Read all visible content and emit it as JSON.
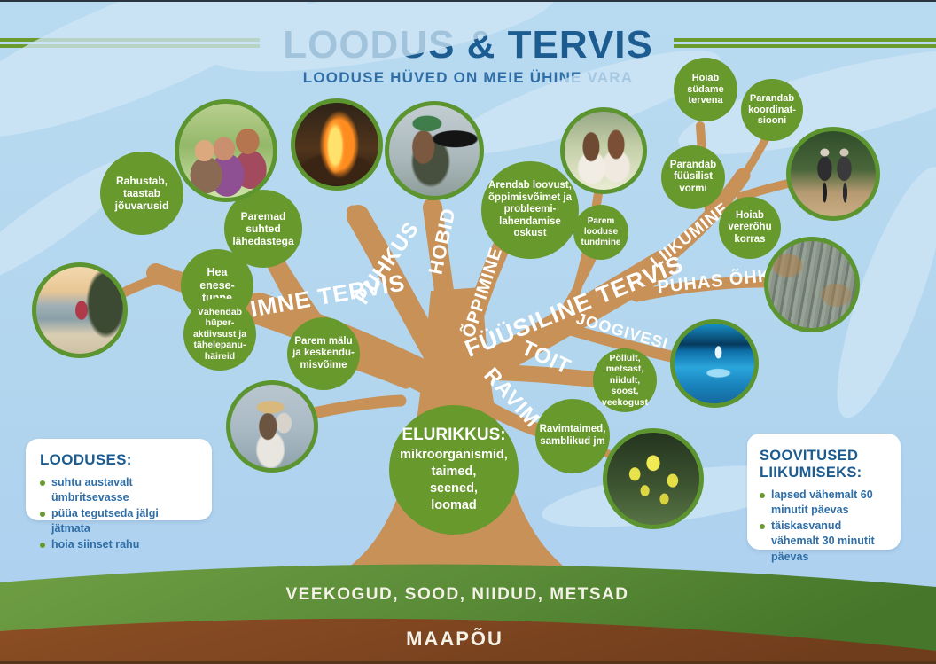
{
  "header": {
    "title": "LOODUS & TERVIS",
    "subtitle": "LOODUSE HÜVED ON MEIE ÜHINE VARA"
  },
  "branches": {
    "vaimne": "VAIMNE TERVIS",
    "puhkus": "PUHKUS",
    "hobid": "HOBID",
    "oppimine": "ÕPPIMINE",
    "fyysiline": "FÜÜSILINE TERVIS",
    "liikumine": "LIIKUMINE",
    "puhas_ohk": "PUHAS ÕHK",
    "joogivesi": "JOOGIVESI",
    "toit": "TOIT",
    "ravim": "RAVIM"
  },
  "benefits": {
    "rahustab": "Rahustab,\ntaastab\njõuvarusid",
    "suhted": "Paremad\nsuhted\nlähedastega",
    "enesetunne": "Hea\nenese-\ntunne",
    "hyperaktiivsus": "Vähendab\nhüper-\naktiivsust ja\ntähelepanu-\nhäireid",
    "malu": "Parem mälu\nja keskendu-\nmisvõime",
    "loovus": "Arendab loovust,\nõppimisvõimet ja\nprobleemi-\nlahendamise\noskust",
    "looduse_tundmine": "Parem\nlooduse\ntundmine",
    "syda": "Hoiab\nsüdame\ntervena",
    "koordinatsioon": "Parandab\nkoordinat-\nsiooni",
    "vorm": "Parandab\nfüüsilist\nvormi",
    "vererohk": "Hoiab\nvererõhu\nkorras",
    "toidu_allikad": "Põllult,\nmetsast,\nniidult,\nsoost,\nveekogust",
    "ravimtaimed": "Ravimtaimed,\nsamblikud jm"
  },
  "elurikkus": {
    "title": "ELURIKKUS:",
    "body": "mikroorganismid,\ntaimed,\nseened,\nloomad"
  },
  "boxes": {
    "looduses": {
      "title": "LOODUSES:",
      "items": [
        "suhtu austavalt ümbritsevasse",
        "püüa tegutseda jälgi jätmata",
        "hoia siinset rahu"
      ]
    },
    "soovitused": {
      "title": "SOOVITUSED LIIKUMISEKS:",
      "items": [
        "lapsed vähemalt 60 minutit päevas",
        "täiskasvanud vähemalt 30 minutit päevas"
      ]
    }
  },
  "bands": {
    "ground": "VEEKOGUD, SOOD, NIIDUD, METSAD",
    "underground": "MAAPÕU"
  },
  "photos": {
    "family": "family outdoors",
    "campfire": "campfire",
    "photographer": "nature photographer",
    "meadow": "girls in meadow",
    "hikers": "nordic walkers",
    "lichen": "lichen on branch",
    "waterdrop": "water drop",
    "swing": "seaside swing at sunset",
    "reading": "woman reading by water",
    "cowslips": "cowslip flowers"
  },
  "colors": {
    "title_blue": "#1d5c90",
    "accent_green": "#68992c",
    "tree_brown": "#c89157",
    "sky_blue": "#b4d7ee",
    "band_green": "#55853a",
    "band_brown": "#84491f"
  }
}
